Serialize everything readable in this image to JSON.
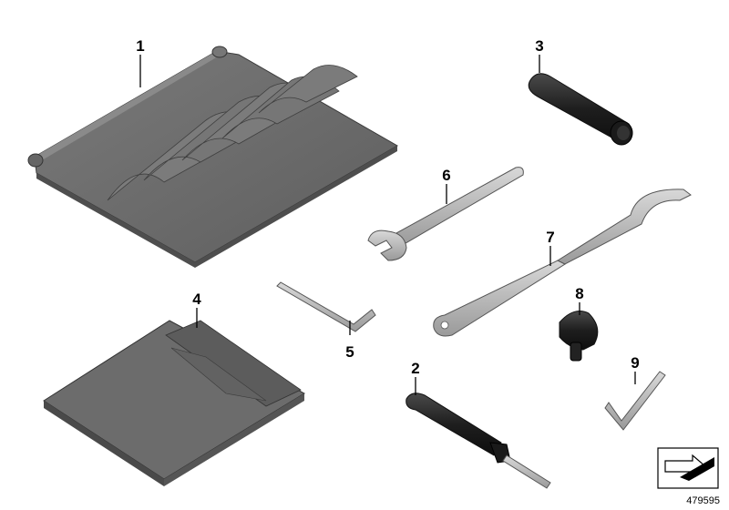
{
  "diagram": {
    "callouts": [
      {
        "id": "callout-1",
        "label": "1"
      },
      {
        "id": "callout-2",
        "label": "2"
      },
      {
        "id": "callout-3",
        "label": "3"
      },
      {
        "id": "callout-4",
        "label": "4"
      },
      {
        "id": "callout-5",
        "label": "5"
      },
      {
        "id": "callout-6",
        "label": "6"
      },
      {
        "id": "callout-7",
        "label": "7"
      },
      {
        "id": "callout-8",
        "label": "8"
      },
      {
        "id": "callout-9",
        "label": "9"
      }
    ],
    "reference_number": "479595",
    "colors": {
      "tray": "#6b6b6b",
      "tool_dark": "#2b2b2b",
      "metal": "#b8b8b8",
      "metal_edge": "#5a5a5a"
    }
  }
}
